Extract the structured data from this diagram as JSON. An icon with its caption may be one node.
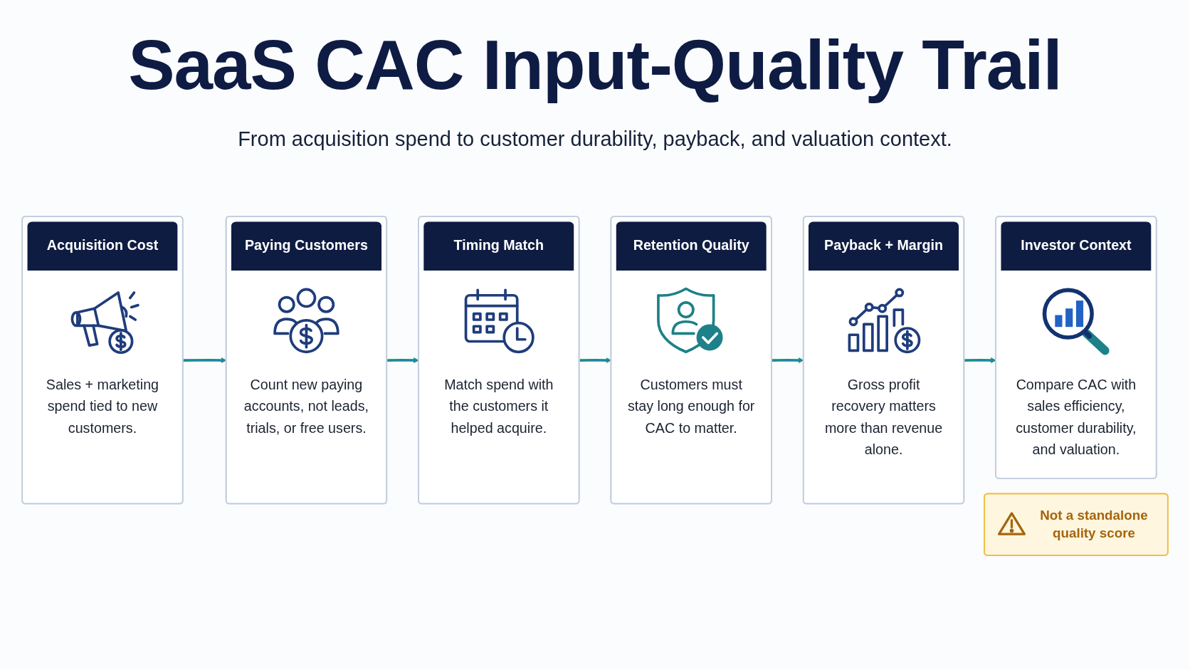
{
  "diagram": {
    "title": "SaaS CAC Input-Quality Trail",
    "nodes": [
      {
        "text": [
          "Acquisition Cost",
          "Sales + marketing spend tied to new customers."
        ]
      },
      {
        "text": [
          "Paying Customers",
          "Count new paying accounts, not leads, trials, or free users."
        ]
      },
      {
        "text": [
          "Timing Match",
          "Match spend with the customers it helped acquire."
        ]
      },
      {
        "text": [
          "Retention Quality",
          "Customers must stay long enough for CAC to matter."
        ]
      },
      {
        "text": [
          "Payback + Margin",
          "Gross profit recovery matters more than revenue alone."
        ]
      },
      {
        "text": [
          "Investor Context",
          "Compare CAC with sales efficiency, customer durability, and valuation."
        ]
      },
      {
        "text": [
          "Not a standalone quality score"
        ]
      }
    ],
    "edges": [
      {
        "from": 0,
        "to": 1,
        "arrow": "to"
      },
      {
        "from": 1,
        "to": 2,
        "arrow": "to"
      },
      {
        "from": 2,
        "to": 3,
        "arrow": "to"
      },
      {
        "from": 3,
        "to": 4,
        "arrow": "to"
      },
      {
        "from": 4,
        "to": 5,
        "arrow": "to"
      }
    ],
    "labels": [
      "From acquisition spend to customer durability, payback, and valuation context."
    ]
  }
}
